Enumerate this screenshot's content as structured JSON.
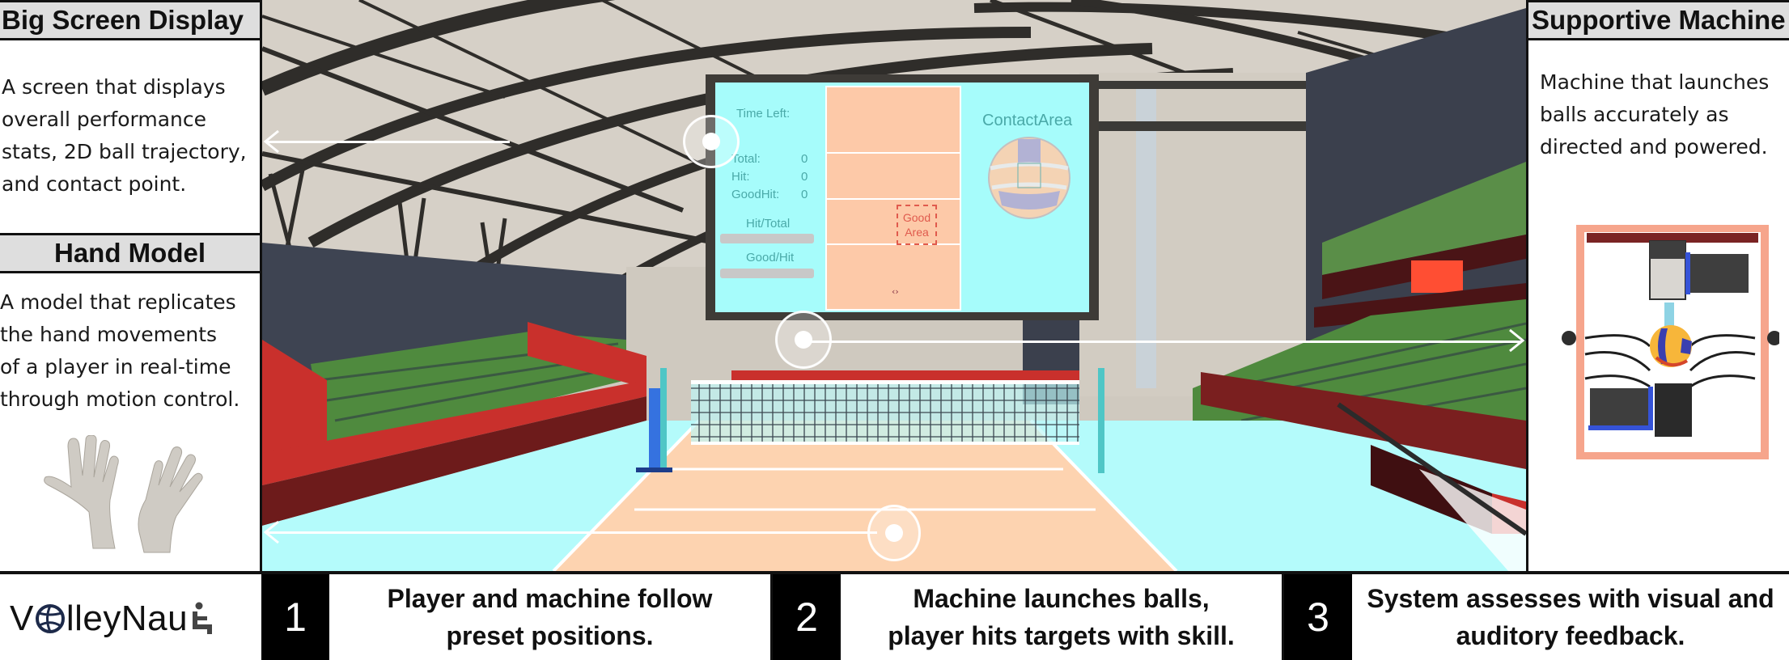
{
  "left_panel": {
    "sections": [
      {
        "title": "Big Screen Display",
        "description_lines": [
          "A screen that displays",
          "overall performance",
          "stats, 2D ball trajectory,",
          "and contact point."
        ]
      },
      {
        "title": "Hand Model",
        "description_lines": [
          "A model that replicates",
          "the hand movements",
          "of a player in real-time",
          "through motion control."
        ],
        "image": "hand-models-image"
      }
    ]
  },
  "right_panel": {
    "title": "Supportive Machine",
    "description_lines": [
      "Machine that launches",
      "balls accurately as",
      "directed and powered."
    ],
    "image": "ball-launching-machine-image"
  },
  "scene": {
    "big_screen": {
      "time_left_label": "Time Left:",
      "stats": [
        {
          "label": "Total:",
          "value": "0"
        },
        {
          "label": "Hit:",
          "value": "0"
        },
        {
          "label": "GoodHit:",
          "value": "0"
        }
      ],
      "ratio_bars": [
        {
          "label": "Hit/Total"
        },
        {
          "label": "Good/Hit"
        }
      ],
      "good_area_label_line1": "Good",
      "good_area_label_line2": "Area",
      "contact_area_label": "ContactArea"
    },
    "colors": {
      "screen_bg": "#a6fcfb",
      "court": "#fdd3b0",
      "floor": "#b4fbfb",
      "stand_red": "#c9302c",
      "seat_green": "#4f8f3e",
      "truss": "#2f2d2a",
      "ceiling": "#d8d3cb"
    }
  },
  "bottom": {
    "logo": {
      "prefix": "V",
      "suffix": "lleyNau",
      "icon": "wheelchair-icon"
    },
    "steps": [
      {
        "number": "1",
        "line1": "Player and machine follow",
        "line2": "preset positions."
      },
      {
        "number": "2",
        "line1": "Machine launches balls,",
        "line2": "player hits targets with skill."
      },
      {
        "number": "3",
        "line1": "System assesses with visual and",
        "line2": "auditory feedback."
      }
    ]
  }
}
